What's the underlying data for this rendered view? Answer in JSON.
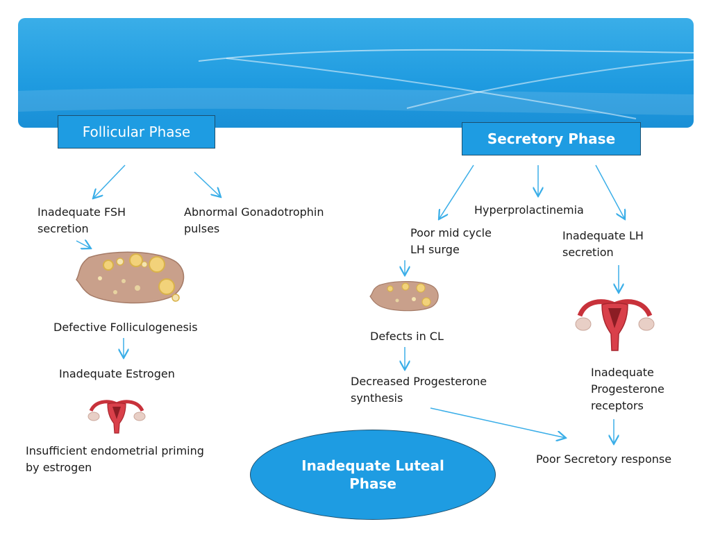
{
  "phases": {
    "follicular": "Follicular Phase",
    "secretory": "Secretory Phase"
  },
  "follicular_branch": {
    "fsh": "Inadequate FSH\nsecretion",
    "gonadotrophin": "Abnormal Gonadotrophin\npulses",
    "folliculogenesis": "Defective Folliculogenesis",
    "estrogen": "Inadequate Estrogen",
    "priming": "Insufficient endometrial priming\nby  estrogen"
  },
  "secretory_branch": {
    "hyperprolactinemia": "Hyperprolactinemia",
    "lh_surge": "Poor mid cycle\nLH surge",
    "lh_secretion": "Inadequate LH\nsecretion",
    "cl_defects": "Defects in CL",
    "progesterone": "Decreased Progesterone\nsynthesis",
    "receptors": "Inadequate\nProgesterone\nreceptors",
    "poor_response": "Poor Secretory response"
  },
  "outcome": "Inadequate Luteal\nPhase",
  "colors": {
    "accent_blue": "#1e9ce2",
    "arrow": "#3aaee8",
    "ovary": "#caa08a",
    "uterus": "#c8323b"
  },
  "icons": [
    "ovary-icon",
    "uterus-icon"
  ]
}
